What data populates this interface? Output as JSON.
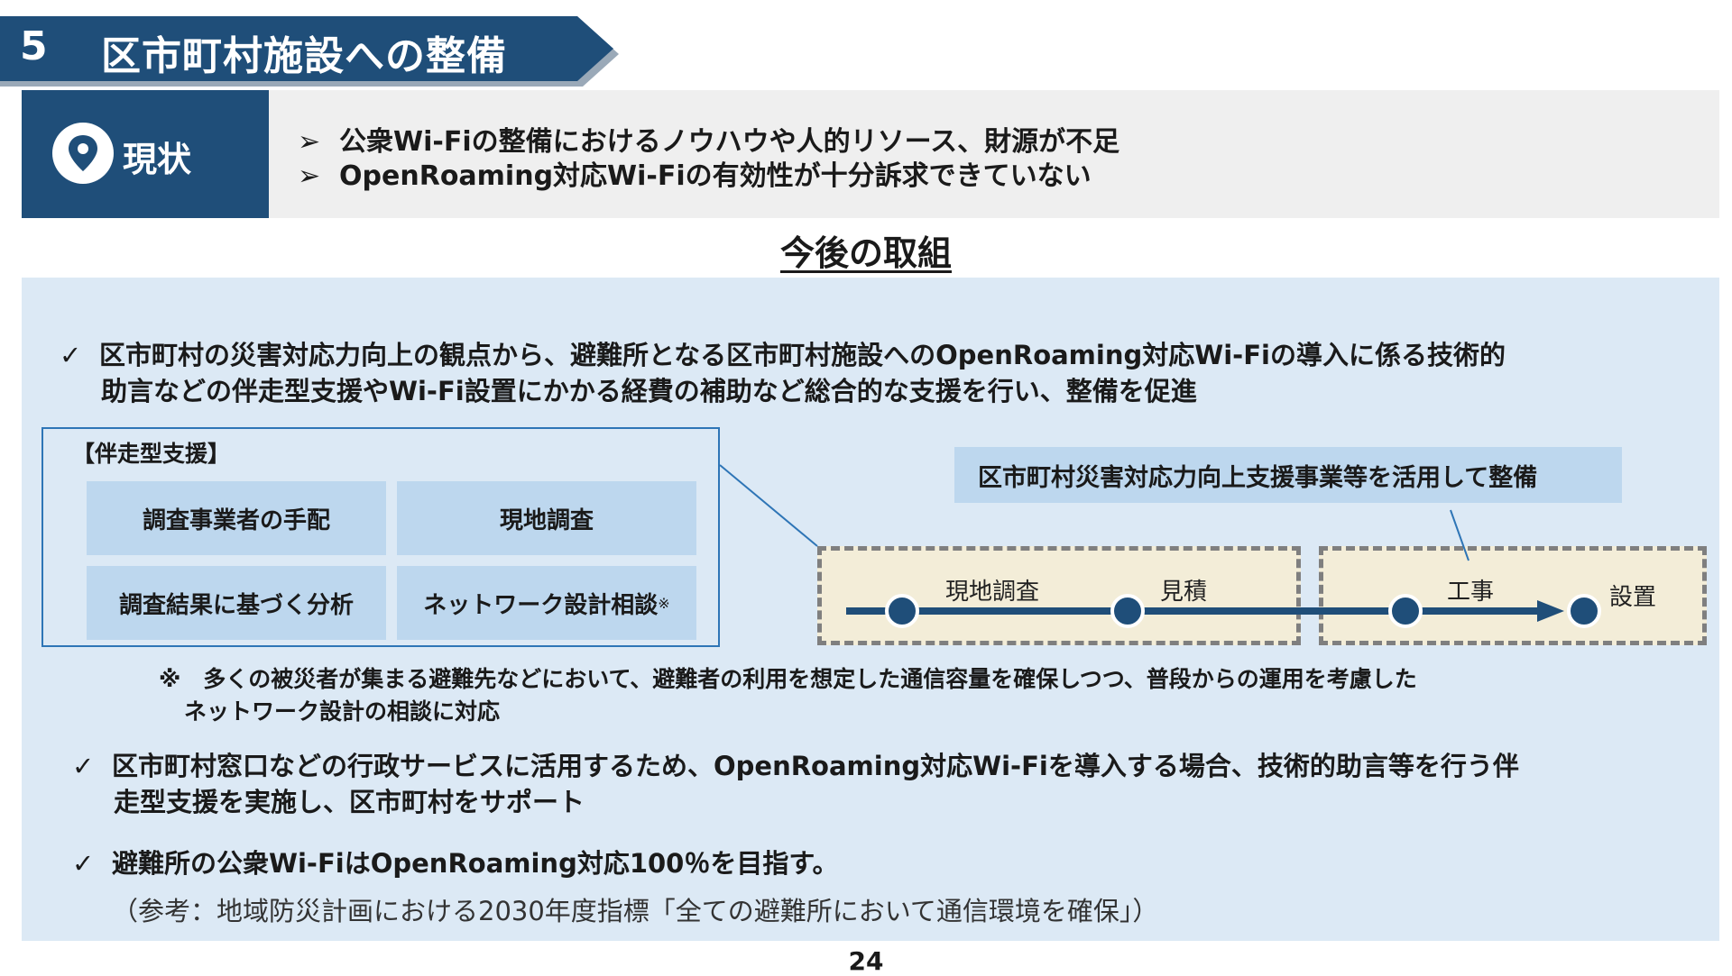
{
  "header": {
    "section_number": "5",
    "title": "区市町村施設への整備"
  },
  "status": {
    "label": "現状",
    "icon": "map-pin-icon",
    "items": [
      "公衆Wi-Fiの整備におけるノウハウや人的リソース、財源が不足",
      "OpenRoaming対応Wi-Fiの有効性が十分訴求できていない"
    ],
    "bullet_glyph": "➢"
  },
  "future": {
    "heading": "今後の取組",
    "check_glyph": "✓",
    "bullet1_line1": "区市町村の災害対応力向上の観点から、避難所となる区市町村施設へのOpenRoaming対応Wi-Fiの導入に係る技術的",
    "bullet1_line2": "助言などの伴走型支援やWi-Fi設置にかかる経費の補助など総合的な支援を行い、整備を促進",
    "support": {
      "title": "【伴走型支援】",
      "cells": [
        "調査事業者の手配",
        "現地調査",
        "調査結果に基づく分析",
        "ネットワーク設計相談"
      ],
      "note_mark": "※"
    },
    "utilize_label": "区市町村災害対応力向上支援事業等を活用して整備",
    "flow": {
      "steps": [
        "現地調査",
        "見積",
        "工事",
        "設置"
      ]
    },
    "footnote_line1": "※　多くの被災者が集まる避難先などにおいて、避難者の利用を想定した通信容量を確保しつつ、普段からの運用を考慮した",
    "footnote_line2": "ネットワーク設計の相談に対応",
    "bullet2_line1": "区市町村窓口などの行政サービスに活用するため、OpenRoaming対応Wi-Fiを導入する場合、技術的助言等を行う伴",
    "bullet2_line2": "走型支援を実施し、区市町村をサポート",
    "bullet3": "避難所の公衆Wi-FiはOpenRoaming対応100％を目指す。",
    "reference": "（参考：地域防災計画における2030年度指標「全ての避難所において通信環境を確保」）"
  },
  "page_number": "24",
  "colors": {
    "navy": "#1f4e79",
    "light_blue": "#dce9f5",
    "cell_blue": "#bdd7ee",
    "stage_beige": "#f3edd8"
  }
}
